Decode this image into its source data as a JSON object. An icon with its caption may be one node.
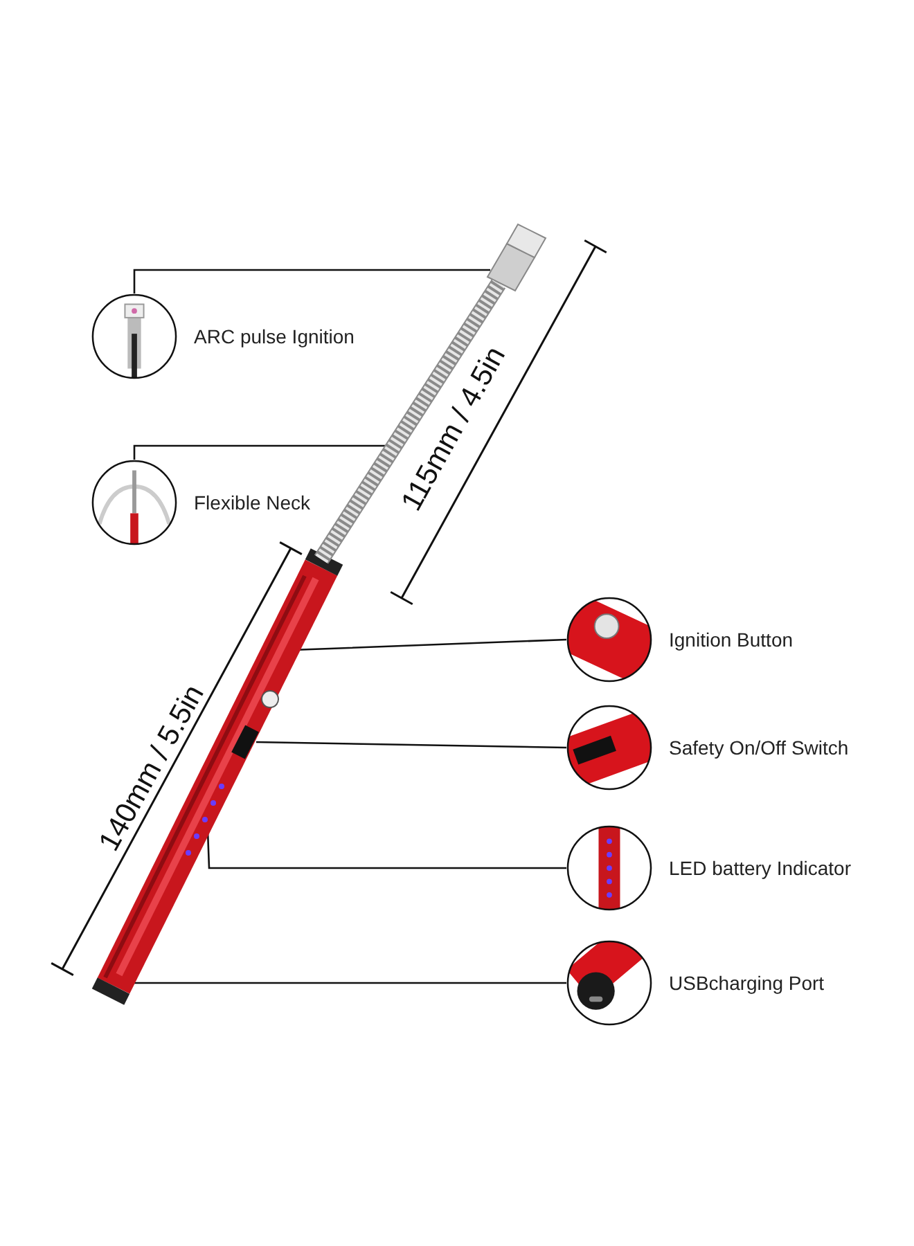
{
  "diagram": {
    "nodes": [
      {
        "text": [
          "ARC pulse Ignition"
        ]
      },
      {
        "text": [
          "Flexible Neck"
        ]
      },
      {
        "text": [
          "Ignition Button"
        ]
      },
      {
        "text": [
          "Safety On/Off Switch"
        ]
      },
      {
        "text": [
          "LED battery Indicator"
        ]
      },
      {
        "text": [
          "USBcharging Port"
        ]
      },
      {
        "text": [],
        "shape": "picture"
      },
      {
        "text": [],
        "shape": "picture"
      },
      {
        "text": [],
        "shape": "circle"
      },
      {
        "text": [],
        "shape": "box"
      },
      {
        "text": [],
        "shape": "picture"
      },
      {
        "text": [],
        "shape": "picture"
      }
    ],
    "edges": [
      {
        "from": 0,
        "to": 6,
        "arrow": "none"
      },
      {
        "from": 1,
        "to": 7,
        "arrow": "none"
      },
      {
        "from": 2,
        "to": 8,
        "arrow": "none"
      },
      {
        "from": 3,
        "to": 9,
        "arrow": "none"
      },
      {
        "from": 4,
        "to": 10,
        "arrow": "none"
      },
      {
        "from": 5,
        "to": 11,
        "arrow": "none"
      }
    ],
    "labels": [
      "115mm / 4.5in",
      "140mm / 5.5in"
    ]
  }
}
